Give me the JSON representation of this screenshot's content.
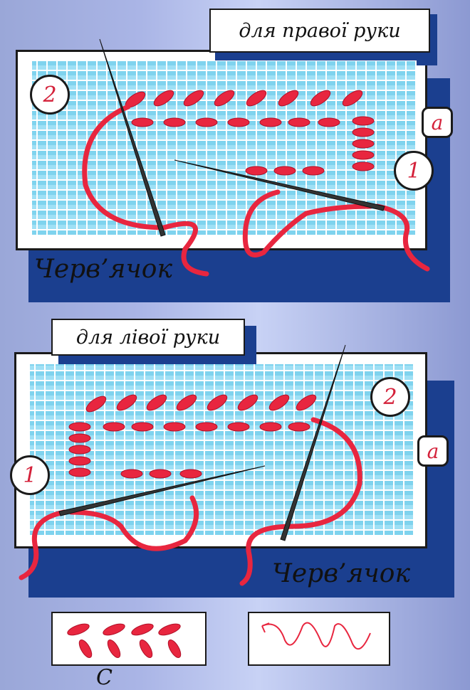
{
  "top_panel": {
    "title": "для правої руки",
    "marker_left": "2",
    "marker_right": "1",
    "tag": "a",
    "caption": "Черв’ячок"
  },
  "bottom_panel": {
    "title": "для лівої руки",
    "marker_left": "1",
    "marker_right": "2",
    "tag": "a",
    "caption": "Черв’ячок"
  },
  "footer": {
    "partial_text": "С"
  },
  "colors": {
    "thread": "#e8263f",
    "fabric": "#7fd3ee",
    "frame_shadow": "#1b3f8f",
    "number": "#d4213a"
  }
}
